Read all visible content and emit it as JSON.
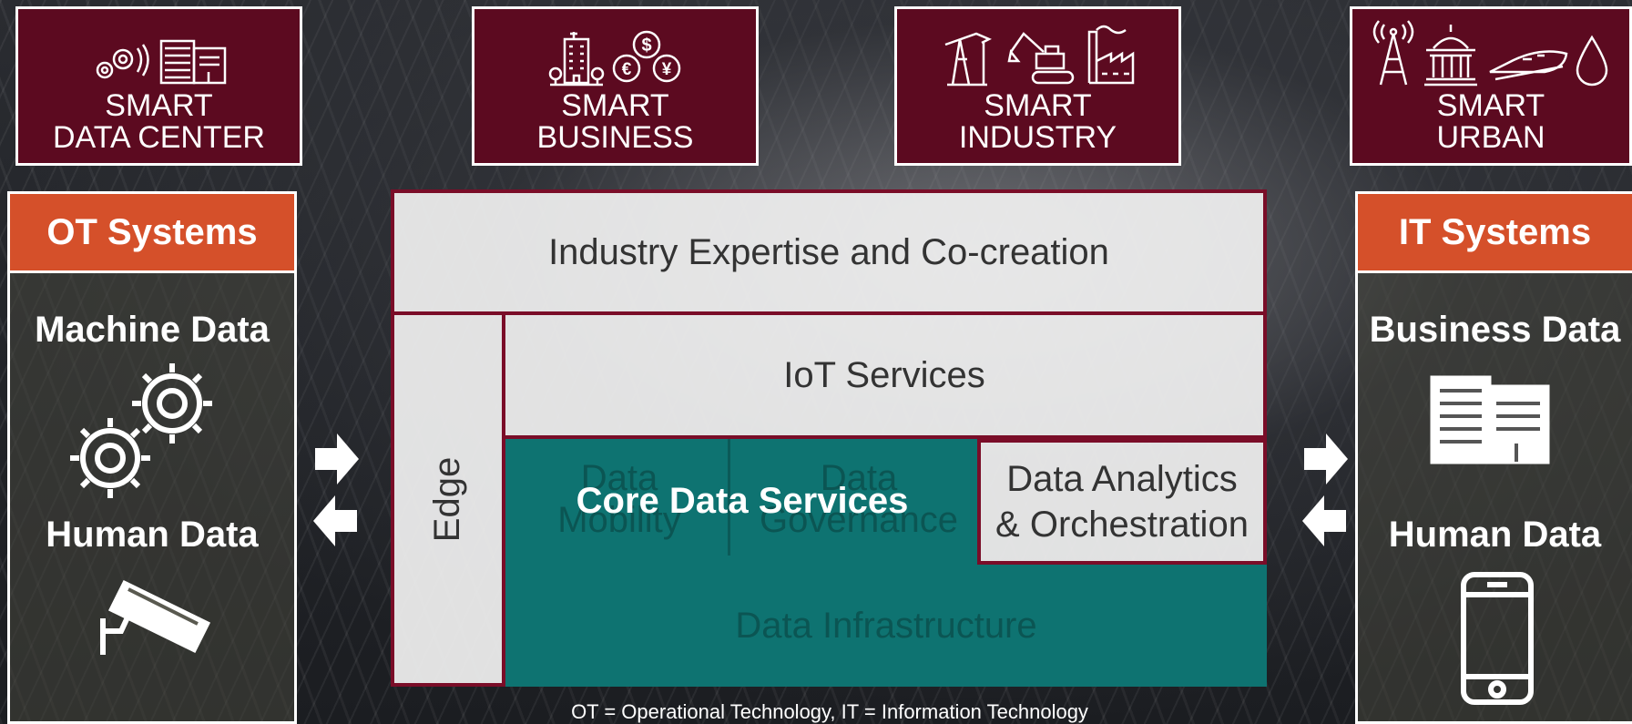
{
  "tiles": [
    {
      "line1": "SMART",
      "line2": "DATA CENTER",
      "icons": [
        "gears-icon",
        "server-building-icon"
      ]
    },
    {
      "line1": "SMART",
      "line2": "BUSINESS",
      "icons": [
        "office-building-icon",
        "currency-coins-icon"
      ]
    },
    {
      "line1": "SMART",
      "line2": "INDUSTRY",
      "icons": [
        "oil-pump-icon",
        "excavator-icon",
        "factory-icon"
      ]
    },
    {
      "line1": "SMART",
      "line2": "URBAN",
      "icons": [
        "radio-tower-icon",
        "government-building-icon",
        "bullet-train-icon",
        "water-drop-icon"
      ]
    }
  ],
  "ot": {
    "title": "OT Systems",
    "data1": "Machine Data",
    "data2": "Human Data"
  },
  "it": {
    "title": "IT Systems",
    "data1": "Business Data",
    "data2": "Human Data"
  },
  "center": {
    "top": "Industry Expertise and Co-creation",
    "edge": "Edge",
    "iot": "IoT Services",
    "core": "Core Data Services",
    "mobility": "Data Mobility",
    "governance": "Data Governance",
    "analytics_line1": "Data Analytics",
    "analytics_line2": "& Orchestration",
    "infrastructure": "Data Infrastructure"
  },
  "footnote": "OT = Operational Technology,  IT = Information Technology",
  "colors": {
    "maroon": "#5c0a20",
    "orange": "#d5502a",
    "teal": "#0e7371",
    "border": "#7a0d28"
  }
}
